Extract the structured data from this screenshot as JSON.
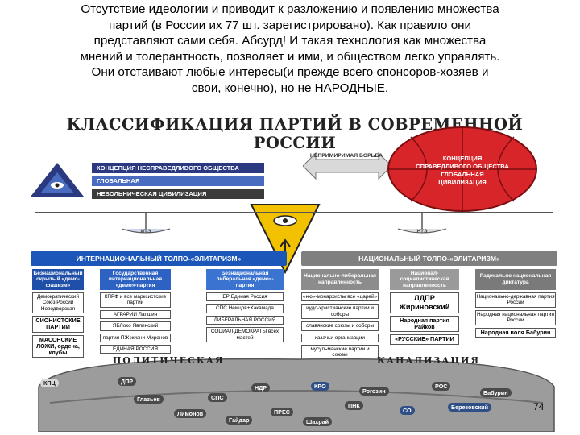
{
  "intro": {
    "lines": [
      "Отсутствие идеологии и приводит к разложению и появлению множества",
      "партий (в России их 77 шт. зарегистрировано). Как правило они",
      "представляют сами себя. Абсурд! И такая технология как множества",
      "мнений и толерантность, позволяет и ими, и обществом легко управлять.",
      "Они отстаивают любые интересы(и прежде всего спонсоров-хозяев и",
      "свои, конечно), но не НАРОДНЫЕ."
    ]
  },
  "poster": {
    "title": "КЛАССИФИКАЦИЯ ПАРТИЙ В СОВРЕМЕННОЙ РОССИИ",
    "banners": [
      "КОНЦЕПЦИЯ НЕСПРАВЕДЛИВОГО ОБЩЕСТВА",
      "ГЛОБАЛЬНАЯ",
      "НЕВОЛЬНИЧЕСКАЯ ЦИВИЛИЗАЦИЯ"
    ],
    "fight": "НЕПРИМИРИМАЯ БОРЬБА",
    "ball_lines": [
      "КОНЦЕПЦИЯ",
      "СПРАВЕДЛИВОГО ОБЩЕСТВА",
      "ГЛОБАЛЬНАЯ",
      "ЦИВИЛИЗАЦИЯ"
    ],
    "pan_left": "ИТЭ",
    "pan_right": "НТЭ",
    "left_header": "ИНТЕРНАЦИОНАЛЬНЫЙ ТОЛПО-«ЭЛИТАРИЗМ»",
    "right_header": "НАЦИОНАЛЬНЫЙ ТОЛПО-«ЭЛИТАРИЗМ»",
    "columns": [
      {
        "head": "Безнациональный скрытый «демо-фашизм»",
        "cells": [
          "Демократический Союз России Новодворская",
          "СИОНИСТСКИЕ ПАРТИИ",
          "МАСОНСКИЕ ЛОЖИ, ордена, клубы"
        ]
      },
      {
        "head": "Государственная интернациональная «демо»-партия",
        "cells": [
          "КПРФ и все марксистские партии",
          "АГРАРИИ Лапшин",
          "ЯБЛоко Явлинский",
          "партия ПЖ жизни Миронов",
          "ЕДИНАЯ РОССИЯ"
        ]
      },
      {
        "head": "Безнациональная либеральная «демо»-партия",
        "cells": [
          "ЕР Единая Россия",
          "СПС Немцов+Хакамада",
          "ЛИБЕРАЛЬНАЯ РОССИЯ",
          "СОЦИАЛ-ДЕМОКРАТЫ всех мастей"
        ]
      },
      {
        "head": "Национально-либеральная направленность",
        "cells": [
          "«ню»-монархисты все «царей»",
          "иудо-христианские партии и соборы",
          "славянские союзы и соборы",
          "казачьи организации",
          "мусульманские партии и союзы"
        ]
      },
      {
        "head": "Национал-социалистическая направленность",
        "cells": [
          "ЛДПР Жириновский",
          "Народная партия Райков",
          "«РУССКИЕ» ПАРТИИ"
        ]
      },
      {
        "head": "Радикально национальная диктатура",
        "cells": [
          "Национально-державная партия России",
          "Народная национальная партия России",
          "Народная воля Бабурин"
        ]
      }
    ],
    "bottom_left": "ПОЛИТИЧЕСКАЯ",
    "bottom_right": "КАНАЛИЗАЦИЯ",
    "chips": [
      "КПЦ",
      "ДПР",
      "НДР",
      "ПРЕС",
      "СПС",
      "КРО",
      "ПНК",
      "СО",
      "РОС",
      "Гайдар",
      "Шахрай",
      "Рогозин",
      "Бабурин",
      "Глазьев",
      "Лимонов",
      "Березовский"
    ]
  },
  "page_number": "74"
}
